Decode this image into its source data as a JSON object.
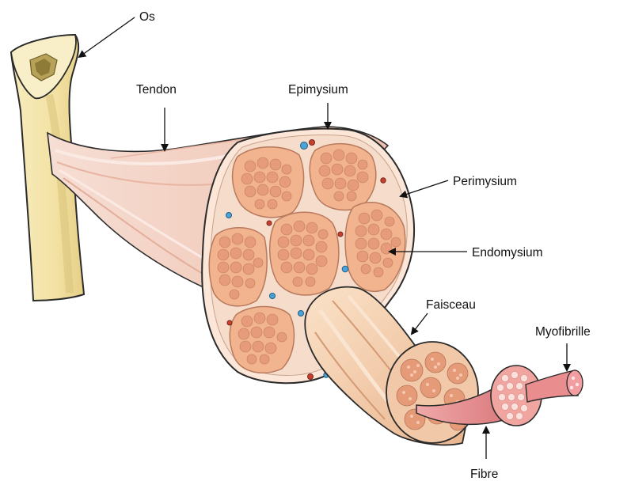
{
  "labels": {
    "os": "Os",
    "tendon": "Tendon",
    "epimysium": "Epimysium",
    "perimysium": "Perimysium",
    "endomysium": "Endomysium",
    "faisceau": "Faisceau",
    "myofibrille": "Myofibrille",
    "fibre": "Fibre"
  },
  "colors": {
    "bone": "#f6e9b4",
    "bone_outline": "#2b2b2b",
    "marrow": "#b8a25a",
    "tendon": "#f1cfc1",
    "muscle_skin": "#fbe4d6",
    "fascicle": "#f1b08e",
    "fibre_cell": "#e59b78",
    "fibre_dot": "#f7c7b1",
    "vessel_blue": "#4aa4d8",
    "vessel_red": "#c8412f",
    "myofibril": "#e48c8c"
  }
}
